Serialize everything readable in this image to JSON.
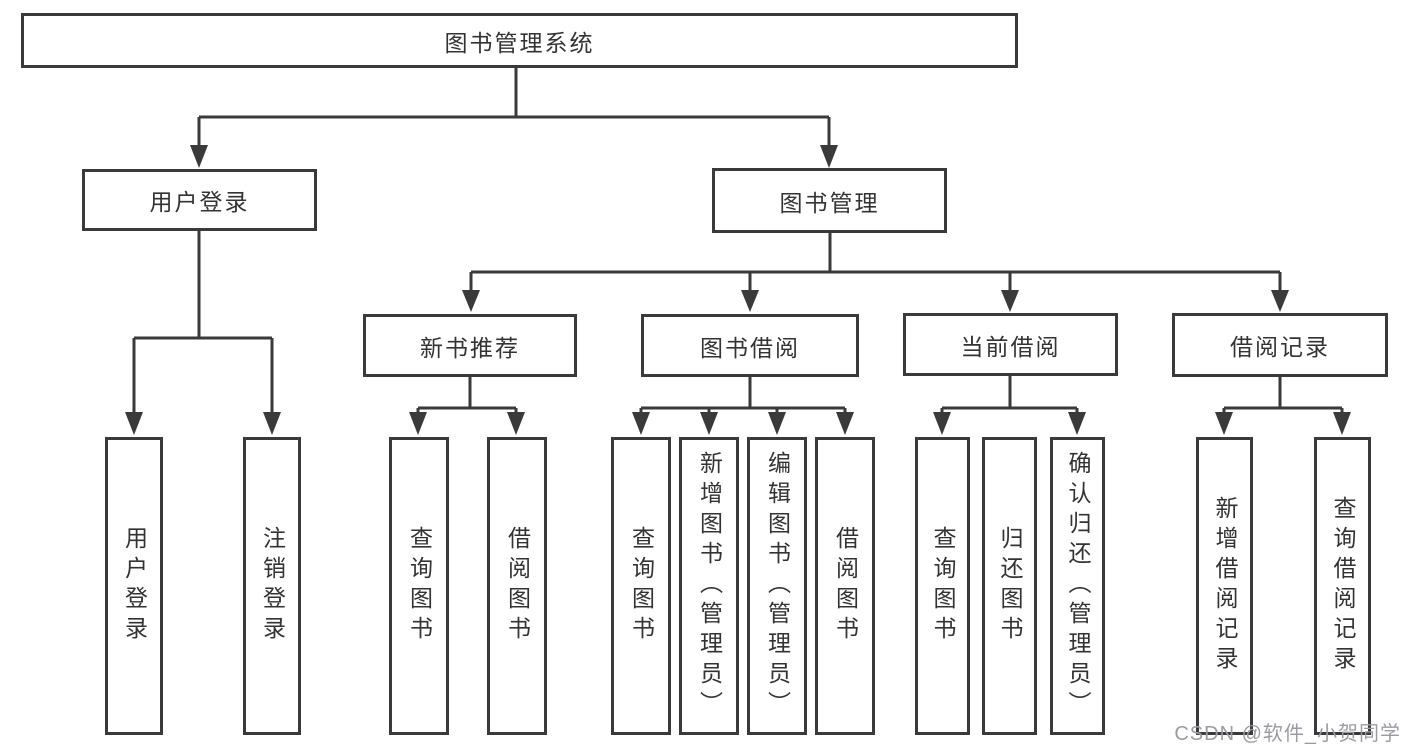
{
  "tree": {
    "root": {
      "label": "图书管理系统"
    },
    "branches": [
      {
        "label": "用户登录",
        "children": [
          {
            "label": "用户登录"
          },
          {
            "label": "注销登录"
          }
        ]
      },
      {
        "label": "图书管理",
        "children": [
          {
            "label": "新书推荐",
            "children": [
              {
                "label": "查询图书"
              },
              {
                "label": "借阅图书"
              }
            ]
          },
          {
            "label": "图书借阅",
            "children": [
              {
                "label": "查询图书"
              },
              {
                "label": "新增图书（管理员）"
              },
              {
                "label": "编辑图书（管理员）"
              },
              {
                "label": "借阅图书"
              }
            ]
          },
          {
            "label": "当前借阅",
            "children": [
              {
                "label": "查询图书"
              },
              {
                "label": "归还图书"
              },
              {
                "label": "确认归还（管理员）"
              }
            ]
          },
          {
            "label": "借阅记录",
            "children": [
              {
                "label": "新增借阅记录"
              },
              {
                "label": "查询借阅记录"
              }
            ]
          }
        ]
      }
    ]
  },
  "watermark": {
    "text": "CSDN @软件_小贺同学"
  },
  "colors": {
    "line": "#3a3a3a",
    "text": "#333333",
    "watermark": "#9b9ba3",
    "background": "#ffffff"
  }
}
